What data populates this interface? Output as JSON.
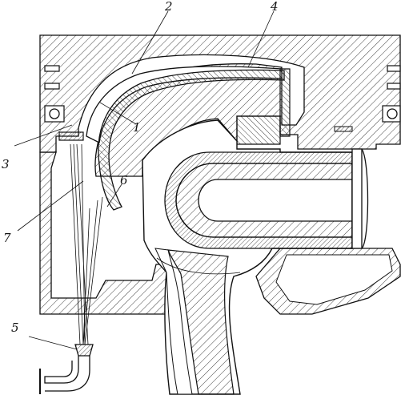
{
  "figure": {
    "stroke_color": "#111111",
    "background_color": "#ffffff",
    "callouts": [
      {
        "id": "1",
        "text": "1"
      },
      {
        "id": "2",
        "text": "2"
      },
      {
        "id": "3",
        "text": "3"
      },
      {
        "id": "4",
        "text": "4"
      },
      {
        "id": "5",
        "text": "5"
      },
      {
        "id": "6",
        "text": "6"
      },
      {
        "id": "7",
        "text": "7"
      }
    ]
  }
}
